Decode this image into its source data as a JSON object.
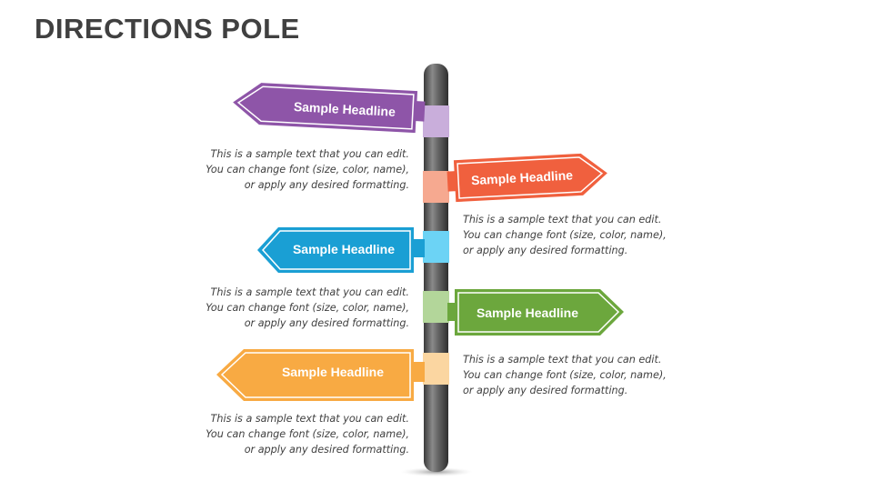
{
  "title": "DIRECTIONS POLE",
  "signs": [
    {
      "headline": "Sample Headline",
      "color": "#8e55a8",
      "band_color": "#c9aedb",
      "direction": "left",
      "text": "This is a sample text that you can edit.\nYou can change font (size, color, name),\nor apply any desired formatting."
    },
    {
      "headline": "Sample Headline",
      "color": "#f0603e",
      "band_color": "#f6a990",
      "direction": "right",
      "text": "This is a sample text that you can edit.\nYou can change font (size, color, name),\nor apply any desired formatting."
    },
    {
      "headline": "Sample Headline",
      "color": "#1a9fd4",
      "band_color": "#6cd3f5",
      "direction": "left",
      "text": "This is a sample text that you can edit.\nYou can change font (size, color, name),\nor apply any desired formatting."
    },
    {
      "headline": "Sample Headline",
      "color": "#6ca73d",
      "band_color": "#b3d69a",
      "direction": "right",
      "text": "This is a sample text that you can edit.\nYou can change font (size, color, name),\nor apply any desired formatting."
    },
    {
      "headline": "Sample Headline",
      "color": "#f8aa43",
      "band_color": "#fbd6a1",
      "direction": "left",
      "text": "This is a sample text that you can edit.\nYou can change font (size, color, name),\nor apply any desired formatting."
    }
  ]
}
